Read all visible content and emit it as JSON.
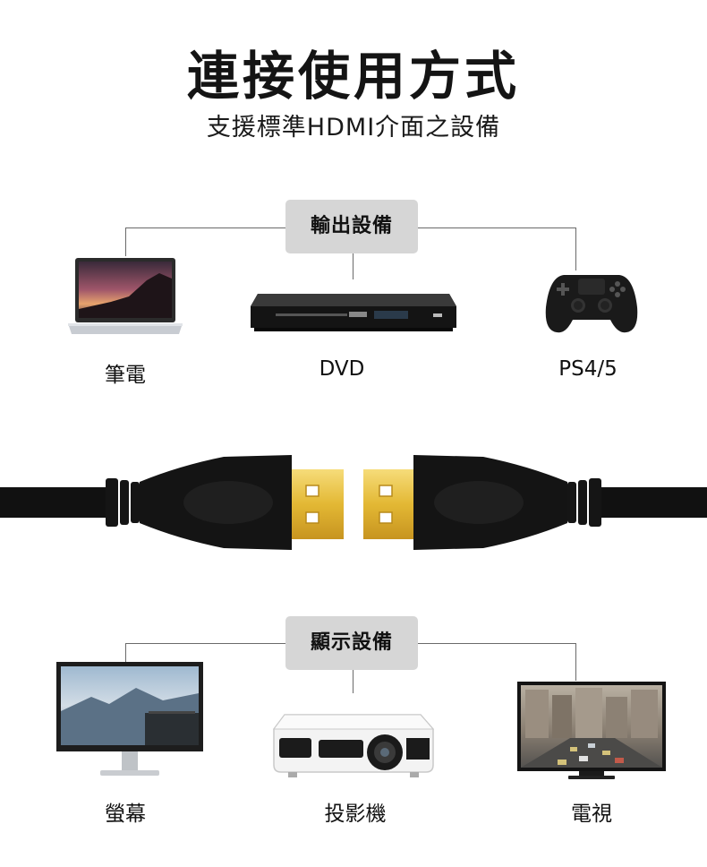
{
  "header": {
    "title": "連接使用方式",
    "subtitle": "支援標準HDMI介面之設備"
  },
  "output_section": {
    "label": "輸出設備",
    "devices": [
      {
        "label": "筆電",
        "icon": "laptop-icon"
      },
      {
        "label": "DVD",
        "icon": "dvd-player-icon"
      },
      {
        "label": "PS4/5",
        "icon": "game-controller-icon"
      }
    ]
  },
  "display_section": {
    "label": "顯示設備",
    "devices": [
      {
        "label": "螢幕",
        "icon": "monitor-icon"
      },
      {
        "label": "投影機",
        "icon": "projector-icon"
      },
      {
        "label": "電視",
        "icon": "tv-icon"
      }
    ]
  },
  "colors": {
    "box": "#d6d6d6",
    "connector_gold": "#e3b834",
    "cable_black": "#111111"
  }
}
